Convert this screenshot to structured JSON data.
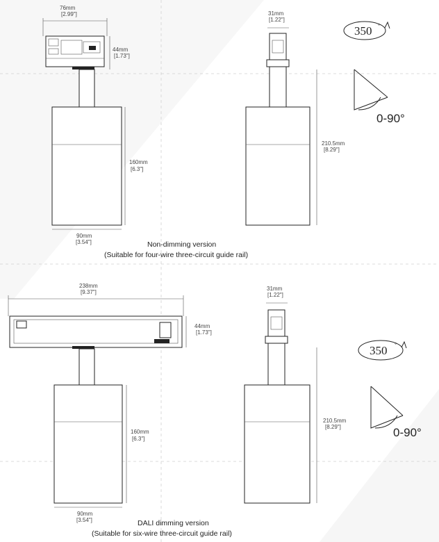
{
  "top": {
    "track_width": {
      "mm": "76mm",
      "in": "[2.99\"]"
    },
    "track_height": {
      "mm": "44mm",
      "in": "[1.73\"]"
    },
    "side_width": {
      "mm": "31mm",
      "in": "[1.22\"]"
    },
    "body_height": {
      "mm": "160mm",
      "in": "[6.3\"]"
    },
    "body_width": {
      "mm": "90mm",
      "in": "[3.54\"]"
    },
    "total_height": {
      "mm": "210.5mm",
      "in": "[8.29\"]"
    },
    "rotation": {
      "value": "350",
      "degree": "°"
    },
    "tilt": "0-90°",
    "caption_line1": "Non-dimming version",
    "caption_line2": "(Suitable for four-wire three-circuit guide rail)"
  },
  "bottom": {
    "track_width": {
      "mm": "238mm",
      "in": "[9.37\"]"
    },
    "track_height": {
      "mm": "44mm",
      "in": "[1.73\"]"
    },
    "side_width": {
      "mm": "31mm",
      "in": "[1.22\"]"
    },
    "body_height": {
      "mm": "160mm",
      "in": "[6.3\"]"
    },
    "body_width": {
      "mm": "90mm",
      "in": "[3.54\"]"
    },
    "total_height": {
      "mm": "210.5mm",
      "in": "[8.29\"]"
    },
    "rotation": {
      "value": "350",
      "degree": "°"
    },
    "tilt": "0-90°",
    "caption_line1": "DALI dimming version",
    "caption_line2": "(Suitable for six-wire three-circuit guide rail)"
  },
  "colors": {
    "line": "#222222",
    "grid": "#d0d0d0",
    "background": "#ffffff"
  }
}
